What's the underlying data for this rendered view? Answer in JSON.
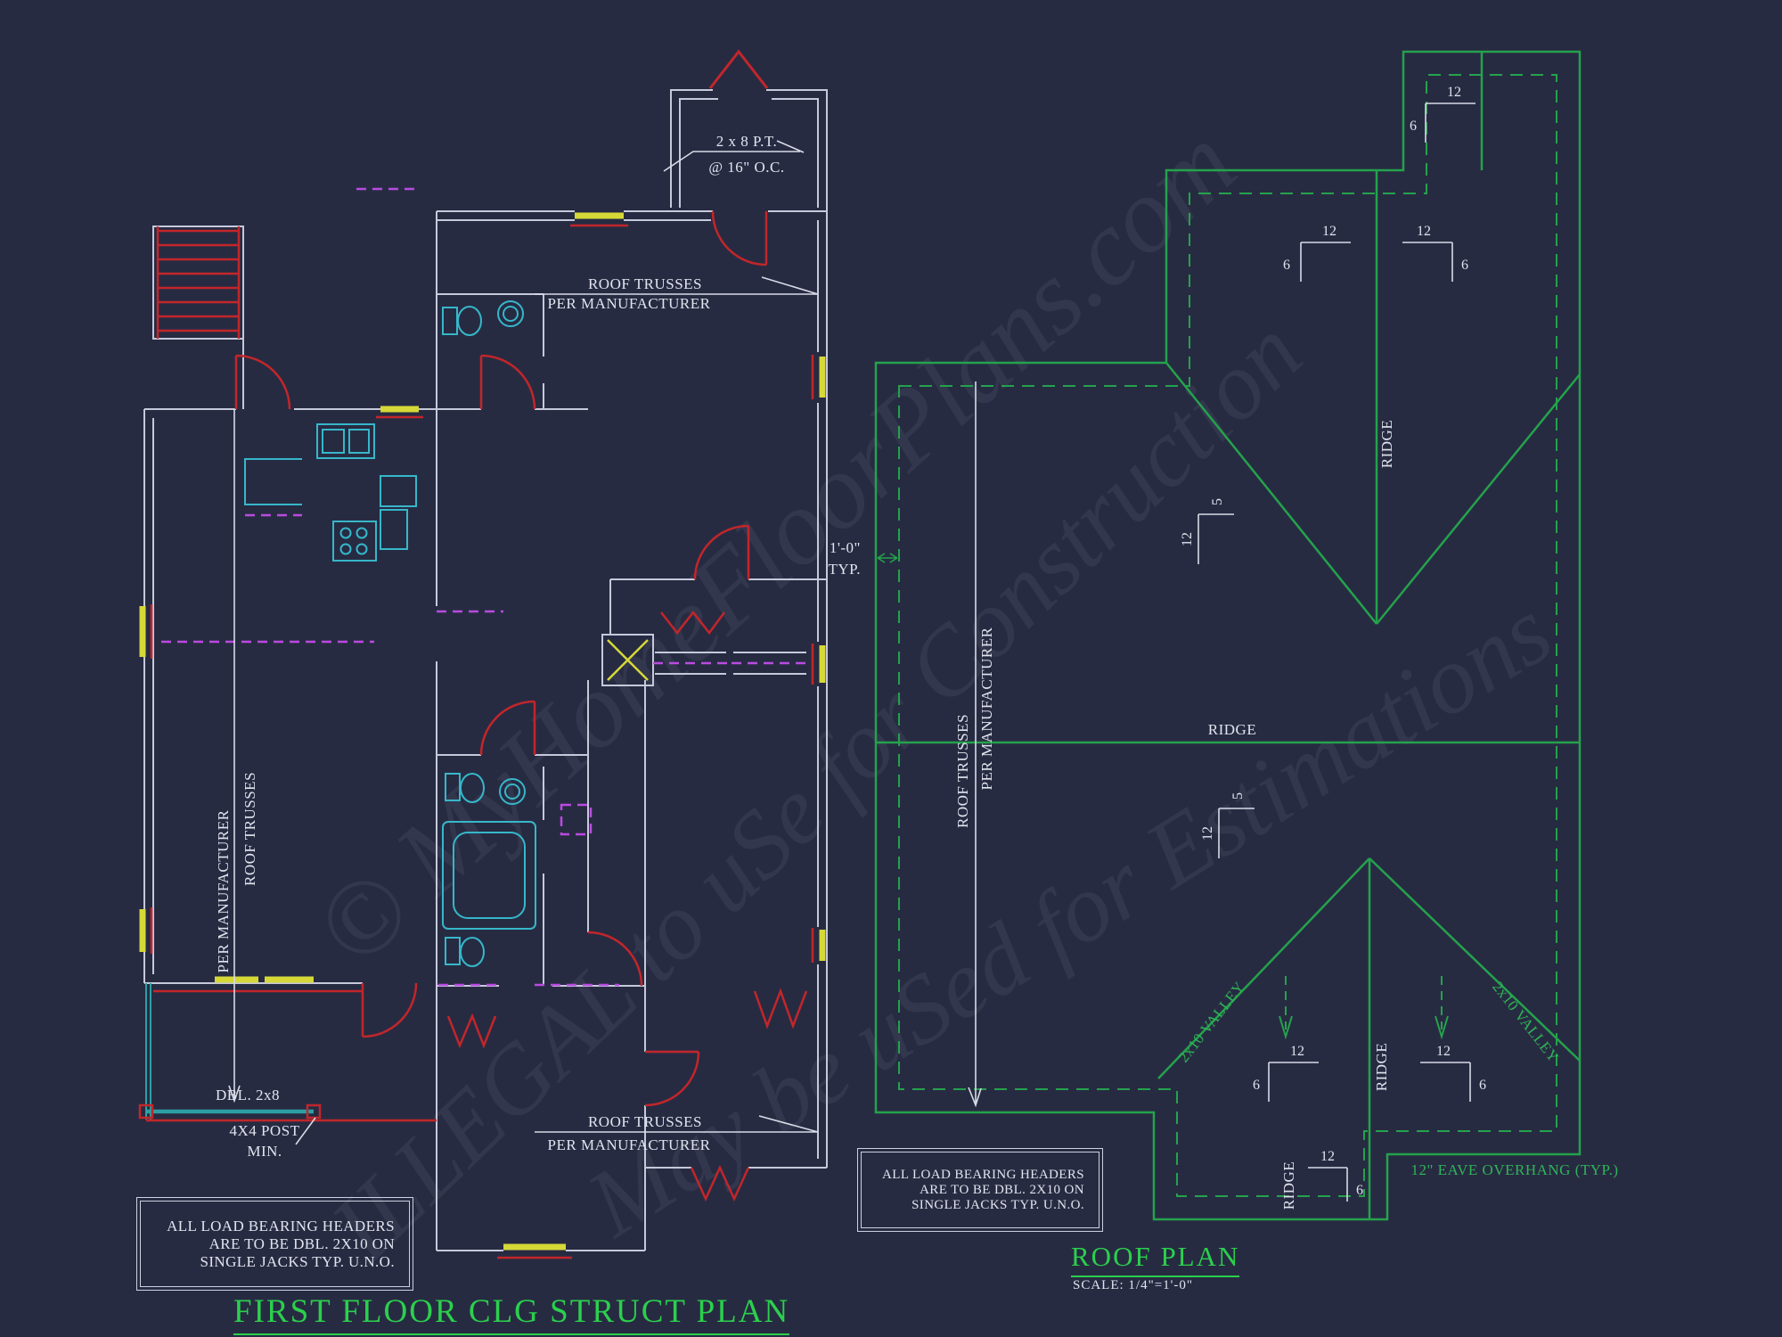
{
  "colors": {
    "background": "#272b42",
    "wall": "#c6c9da",
    "red": "#c2262a",
    "yellow": "#d6d838",
    "cyan": "#36b7ca",
    "magenta": "#b94be0",
    "teal": "#2d9fa4",
    "roof_green": "#24a24c",
    "title_green": "#2bd04c",
    "text": "#e2e4ee"
  },
  "watermark": {
    "line1": "© MyHomeFloorPlans.com",
    "line2": "ILLEGAL to uSe for Construction",
    "line3": "May be uSed for Estimations"
  },
  "floor_plan": {
    "title": "FIRST FLOOR CLG STRUCT PLAN",
    "note": {
      "line1": "ALL LOAD BEARING HEADERS",
      "line2": "ARE TO BE DBL. 2X10 ON",
      "line3": "SINGLE JACKS TYP. U.N.O."
    },
    "labels": {
      "joist_spec_1": "2 x 8 P.T.",
      "joist_spec_2": "@ 16\" O.C.",
      "trusses_1": "ROOF TRUSSES",
      "trusses_2": "PER MANUFACTURER",
      "beam": "DBL. 2x8",
      "post_1": "4X4 POST",
      "post_2": "MIN."
    }
  },
  "roof_plan": {
    "title": "ROOF PLAN",
    "scale": "SCALE: 1/4\"=1'-0\"",
    "note": {
      "line1": "ALL LOAD BEARING HEADERS",
      "line2": "ARE TO BE DBL. 2X10 ON",
      "line3": "SINGLE JACKS TYP. U.N.O."
    },
    "labels": {
      "ridge": "RIDGE",
      "valley": "2x10 VALLEY",
      "eave": "12\" EAVE OVERHANG (TYP.)",
      "overhang_1": "1'-0\"",
      "overhang_2": "TYP.",
      "trusses_1": "ROOF TRUSSES",
      "trusses_2": "PER MANUFACTURER"
    },
    "slopes": [
      {
        "run": "12",
        "rise": "6"
      },
      {
        "run": "12",
        "rise": "6"
      },
      {
        "run": "12",
        "rise": "6"
      },
      {
        "run": "12",
        "rise": "5"
      },
      {
        "run": "12",
        "rise": "5"
      },
      {
        "run": "12",
        "rise": "6"
      },
      {
        "run": "12",
        "rise": "6"
      },
      {
        "run": "12",
        "rise": "6"
      }
    ]
  }
}
